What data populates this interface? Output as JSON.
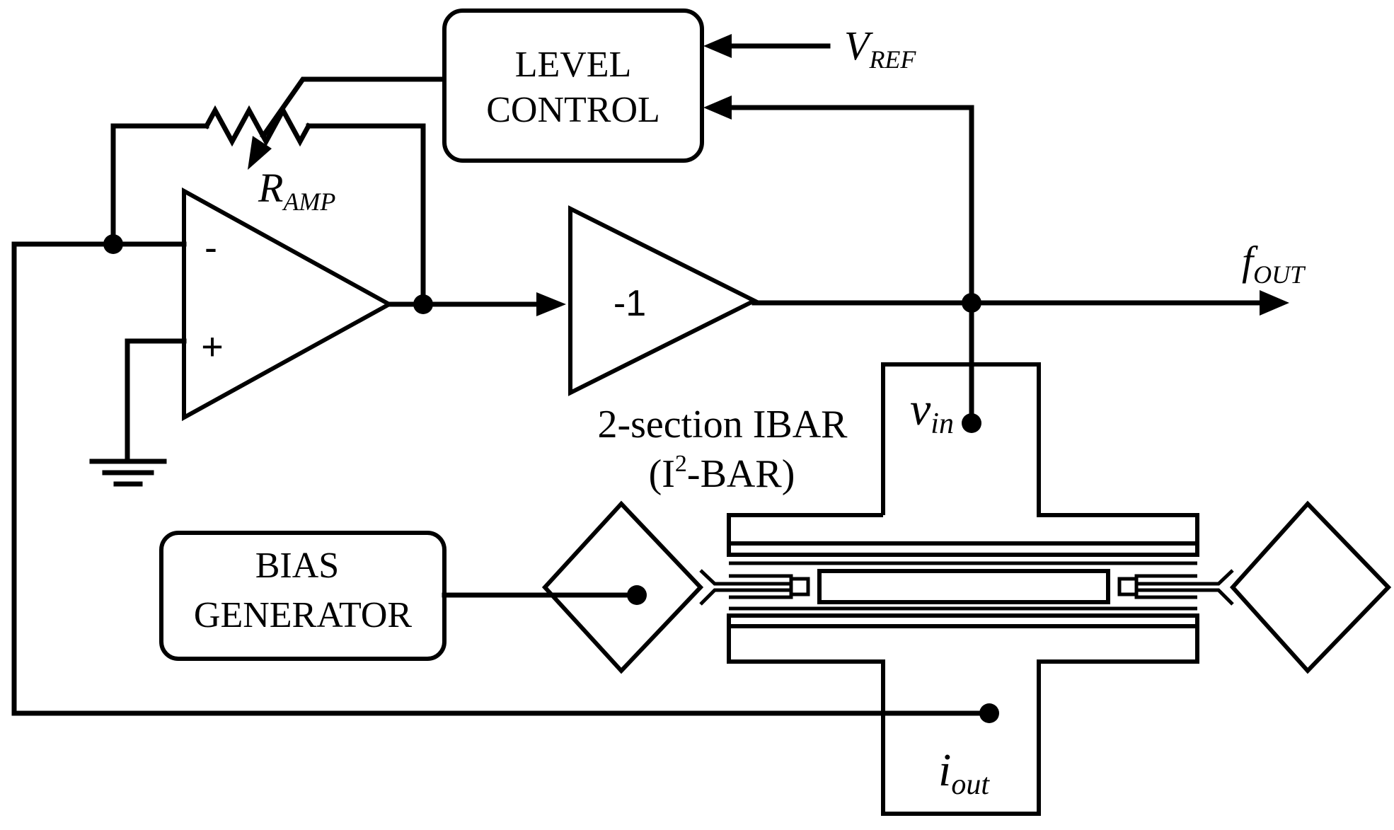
{
  "blocks": {
    "level_control": {
      "line1": "LEVEL",
      "line2": "CONTROL"
    },
    "bias_generator": {
      "line1": "BIAS",
      "line2": "GENERATOR"
    },
    "inverter": {
      "label": "-1"
    },
    "opamp": {
      "minus": "-",
      "plus": "+"
    }
  },
  "labels": {
    "vref": {
      "main": "V",
      "sub": "REF"
    },
    "ramp": {
      "main": "R",
      "sub": "AMP"
    },
    "fout": {
      "main": "f",
      "sub": "OUT"
    },
    "vin": {
      "main": "v",
      "sub": "in"
    },
    "iout": {
      "main": "i",
      "sub": "out"
    },
    "resonator_line1": "2-section IBAR",
    "resonator_line2_prefix": "(I",
    "resonator_line2_sup": "2",
    "resonator_line2_suffix": "-BAR)"
  }
}
